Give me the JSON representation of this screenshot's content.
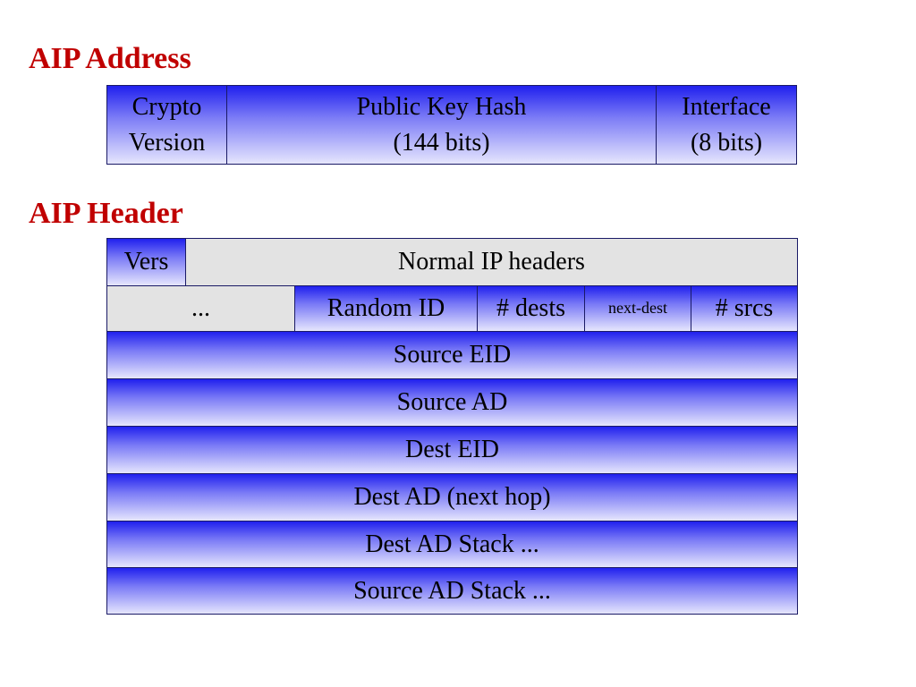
{
  "address": {
    "title": "AIP Address",
    "fields": {
      "crypto_line1": "Crypto",
      "crypto_line2": "Version",
      "hash_line1": "Public Key Hash",
      "hash_line2": "(144 bits)",
      "iface_line1": "Interface",
      "iface_line2": "(8 bits)"
    }
  },
  "header": {
    "title": "AIP Header",
    "row1": {
      "vers": "Vers",
      "normal": "Normal IP headers"
    },
    "row2": {
      "ellipsis": "...",
      "random_id": "Random ID",
      "dests": "# dests",
      "next_dest": "next-dest",
      "srcs": "# srcs"
    },
    "rows": [
      "Source EID",
      "Source AD",
      "Dest EID",
      "Dest AD (next hop)",
      "Dest AD Stack ...",
      "Source AD Stack ..."
    ]
  },
  "colors": {
    "title": "#c00000",
    "field_top": "#2020ee",
    "field_bottom": "#e6e6fd",
    "gray_field": "#e3e3e3",
    "border": "#1a1a66"
  }
}
